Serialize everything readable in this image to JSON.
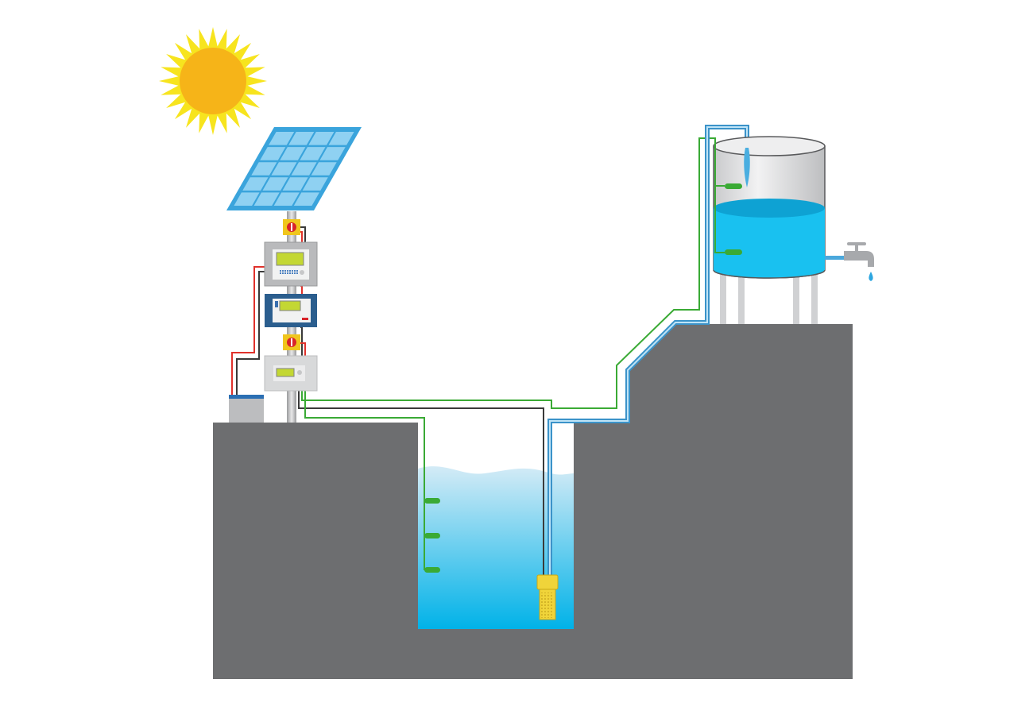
{
  "diagram": {
    "kind": "solar-powered-water-pumping-system",
    "labels": []
  },
  "colors": {
    "ground": "#6d6e70",
    "water_light": "#cbe6f4",
    "water_deep": "#00b2e8",
    "sun_rays": "#f7e41e",
    "sun_core": "#f6b418",
    "panel_frame": "#3aa4dc",
    "panel_cell": "#8fd1f2",
    "pipe_blue": "#4aa8dc",
    "wire_green": "#3aaa35",
    "wire_red": "#e0322c",
    "wire_black": "#3a3a3a",
    "tank_body": "#e4e5e6",
    "tank_water": "#19c1f0",
    "pump_yellow": "#f0d43a",
    "controller_blue": "#2b5e8e"
  },
  "components": {
    "sun": "sun-icon",
    "solar_panel": "solar-panel",
    "controllers": [
      "breaker-top",
      "controller-1",
      "controller-2",
      "breaker-bottom",
      "controller-3"
    ],
    "battery": "battery",
    "well": "water-well",
    "pump": "submersible-pump",
    "tank": "water-tank",
    "faucet": "faucet-icon",
    "well_level_sensors": 3,
    "tank_level_sensors": 2
  }
}
